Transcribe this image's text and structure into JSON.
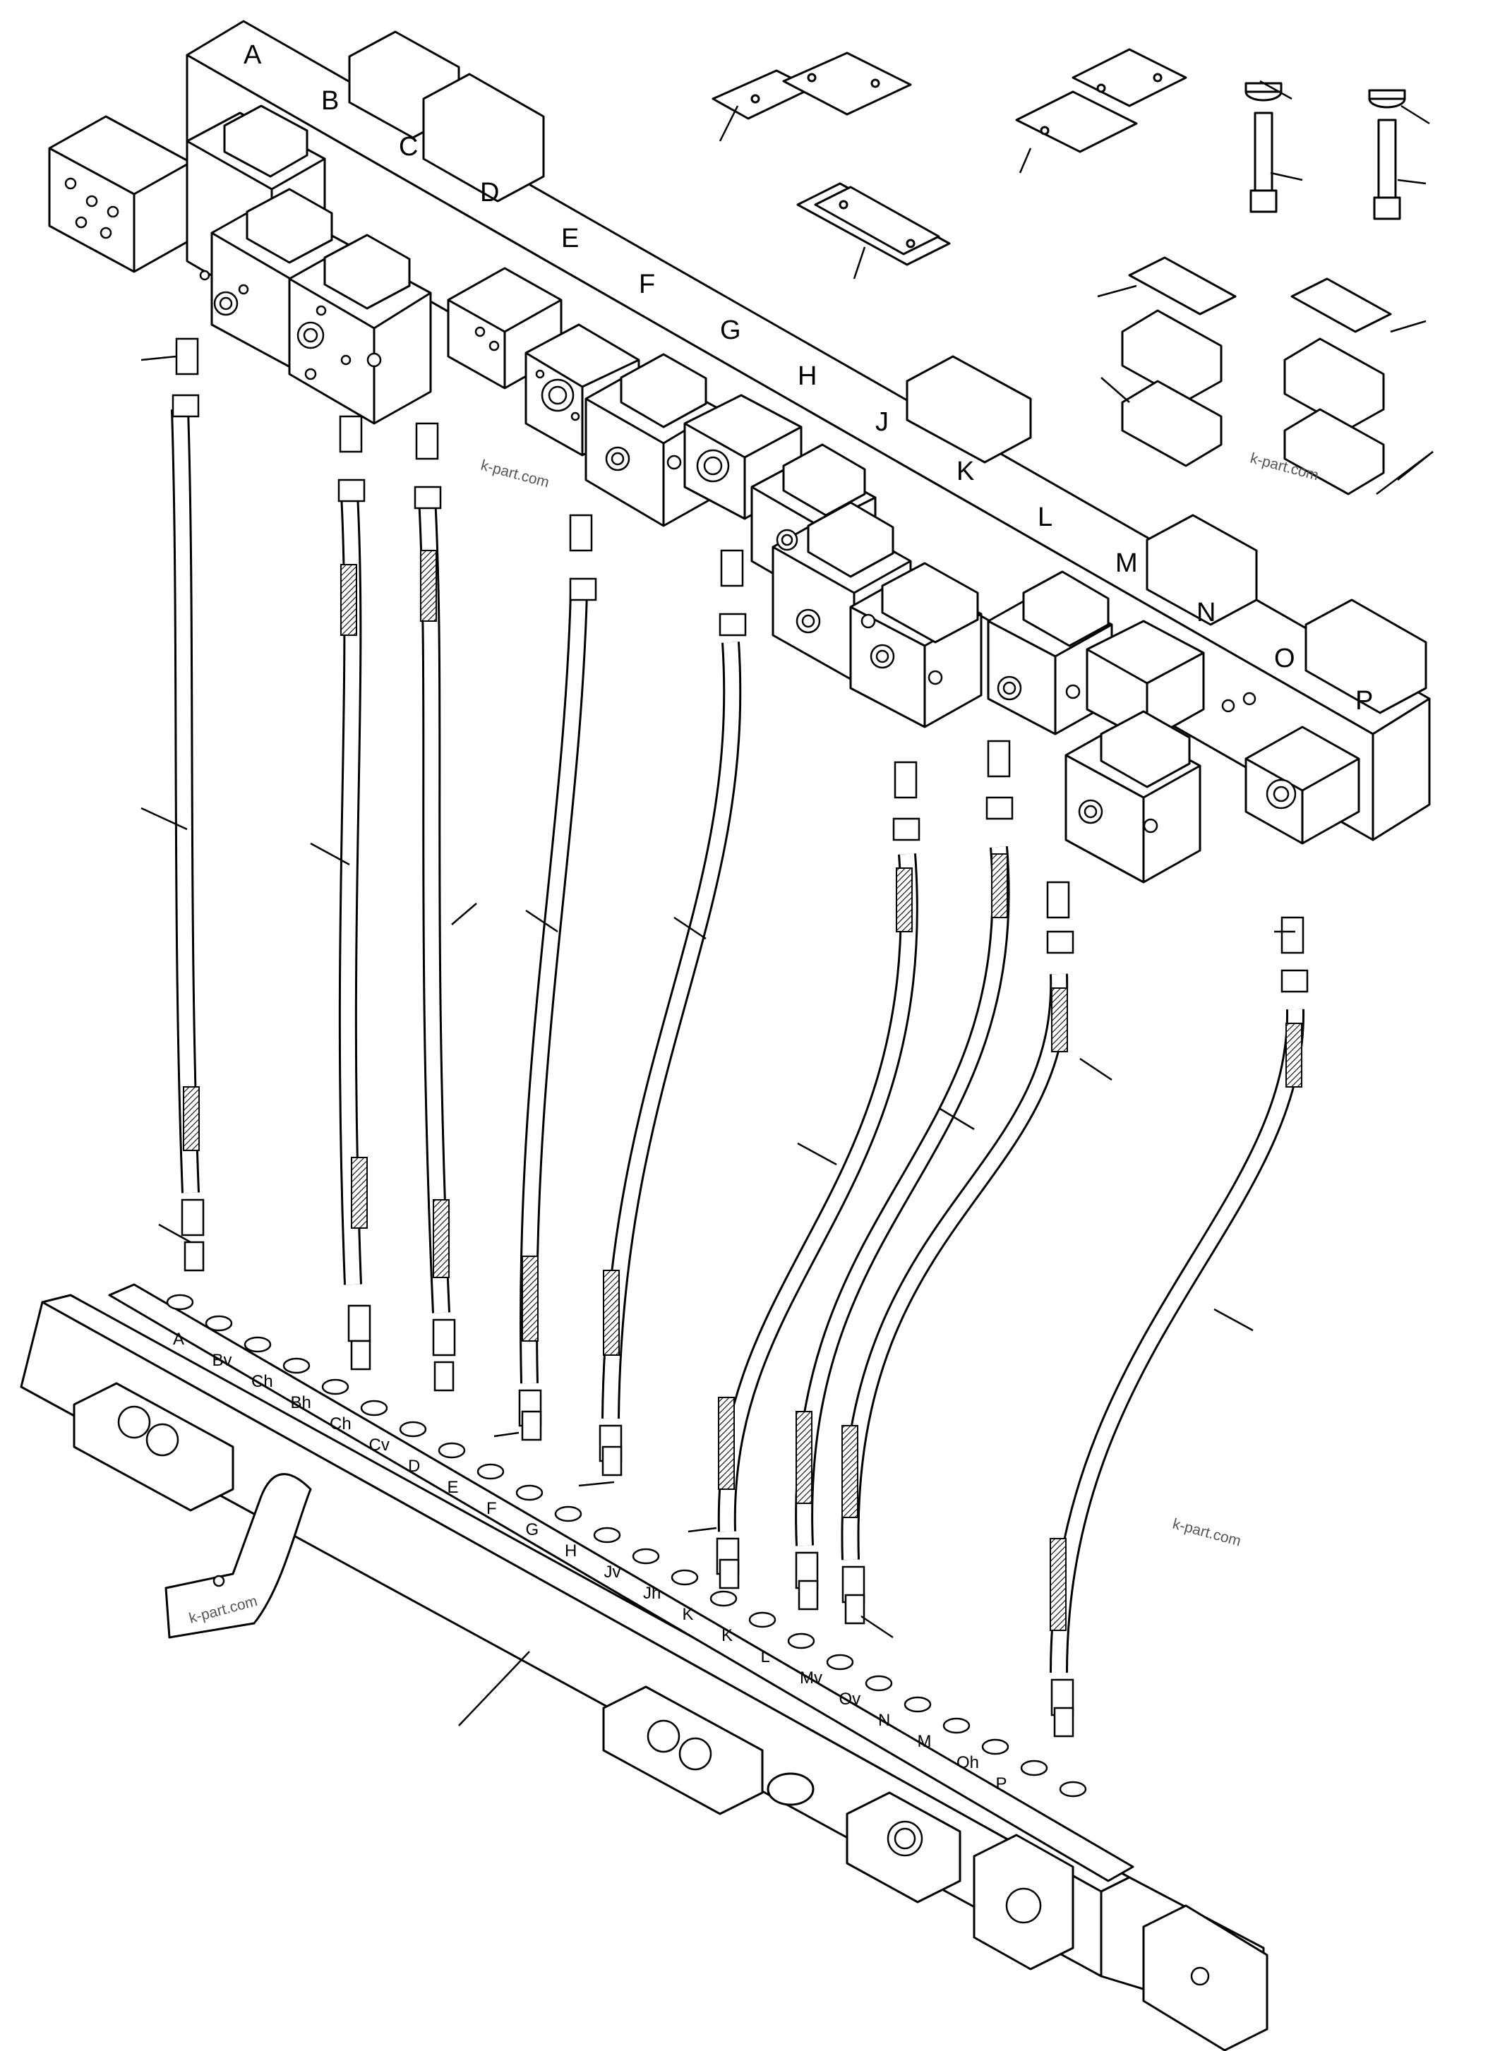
{
  "block_labels": [
    "A",
    "B",
    "C",
    "D",
    "E",
    "F",
    "G",
    "H",
    "J",
    "K",
    "L",
    "M",
    "N",
    "O",
    "P"
  ],
  "port_labels": [
    "A",
    "Bv",
    "Ch",
    "Bh",
    "Ch",
    "Cv",
    "D",
    "E",
    "F",
    "G",
    "H",
    "Jv",
    "Jh",
    "K",
    "K",
    "L",
    "Mv",
    "Ov",
    "N",
    "M",
    "Oh",
    "P"
  ],
  "watermarks": [
    "k-part.com",
    "k-part.com",
    "k-part.com",
    "k-part.com"
  ],
  "colors": {
    "line": "#000000",
    "background": "#ffffff",
    "watermark": "#555555"
  }
}
